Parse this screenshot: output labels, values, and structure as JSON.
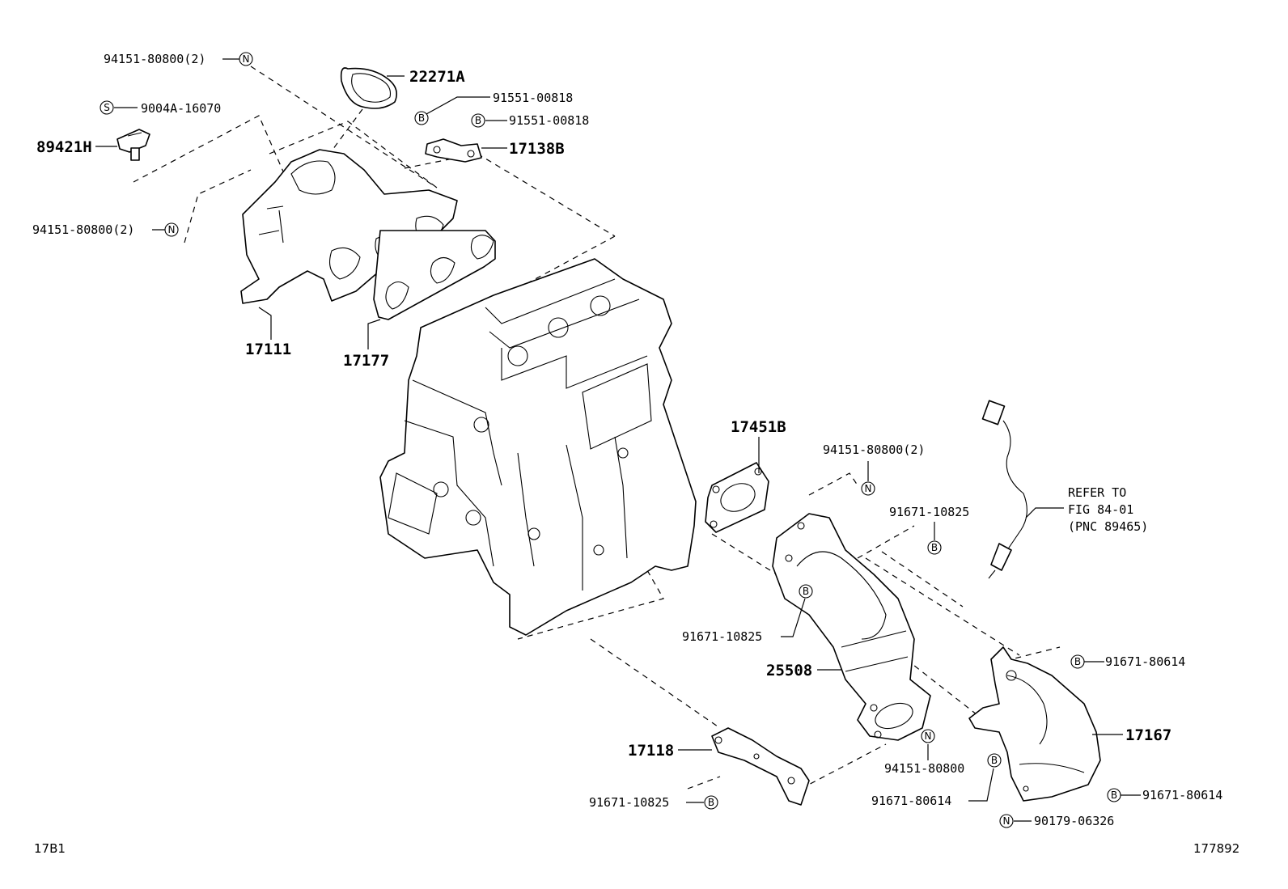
{
  "labels": {
    "l1": "94151-80800(2)",
    "l2": "22271A",
    "l3": "9004A-16070",
    "l4": "91551-00818",
    "l5": "91551-00818",
    "l6": "89421H",
    "l7": "17138B",
    "l8": "94151-80800(2)",
    "l9": "17111",
    "l10": "17177",
    "l11": "17451B",
    "l12": "94151-80800(2)",
    "l13": "91671-10825",
    "l14": "91671-10825",
    "l15": "25508",
    "l16": "91671-80614",
    "l17": "17167",
    "l18": "17118",
    "l19": "94151-80800",
    "l20": "91671-80614",
    "l21": "91671-80614",
    "l22": "91671-10825",
    "l23": "90179-06326",
    "refer1": "REFER TO",
    "refer2": "FIG 84-01",
    "refer3": "(PNC 89465)",
    "corner_left": "17B1",
    "corner_right": "177892"
  },
  "symbols": {
    "n": "N",
    "s": "S",
    "b": "B"
  }
}
